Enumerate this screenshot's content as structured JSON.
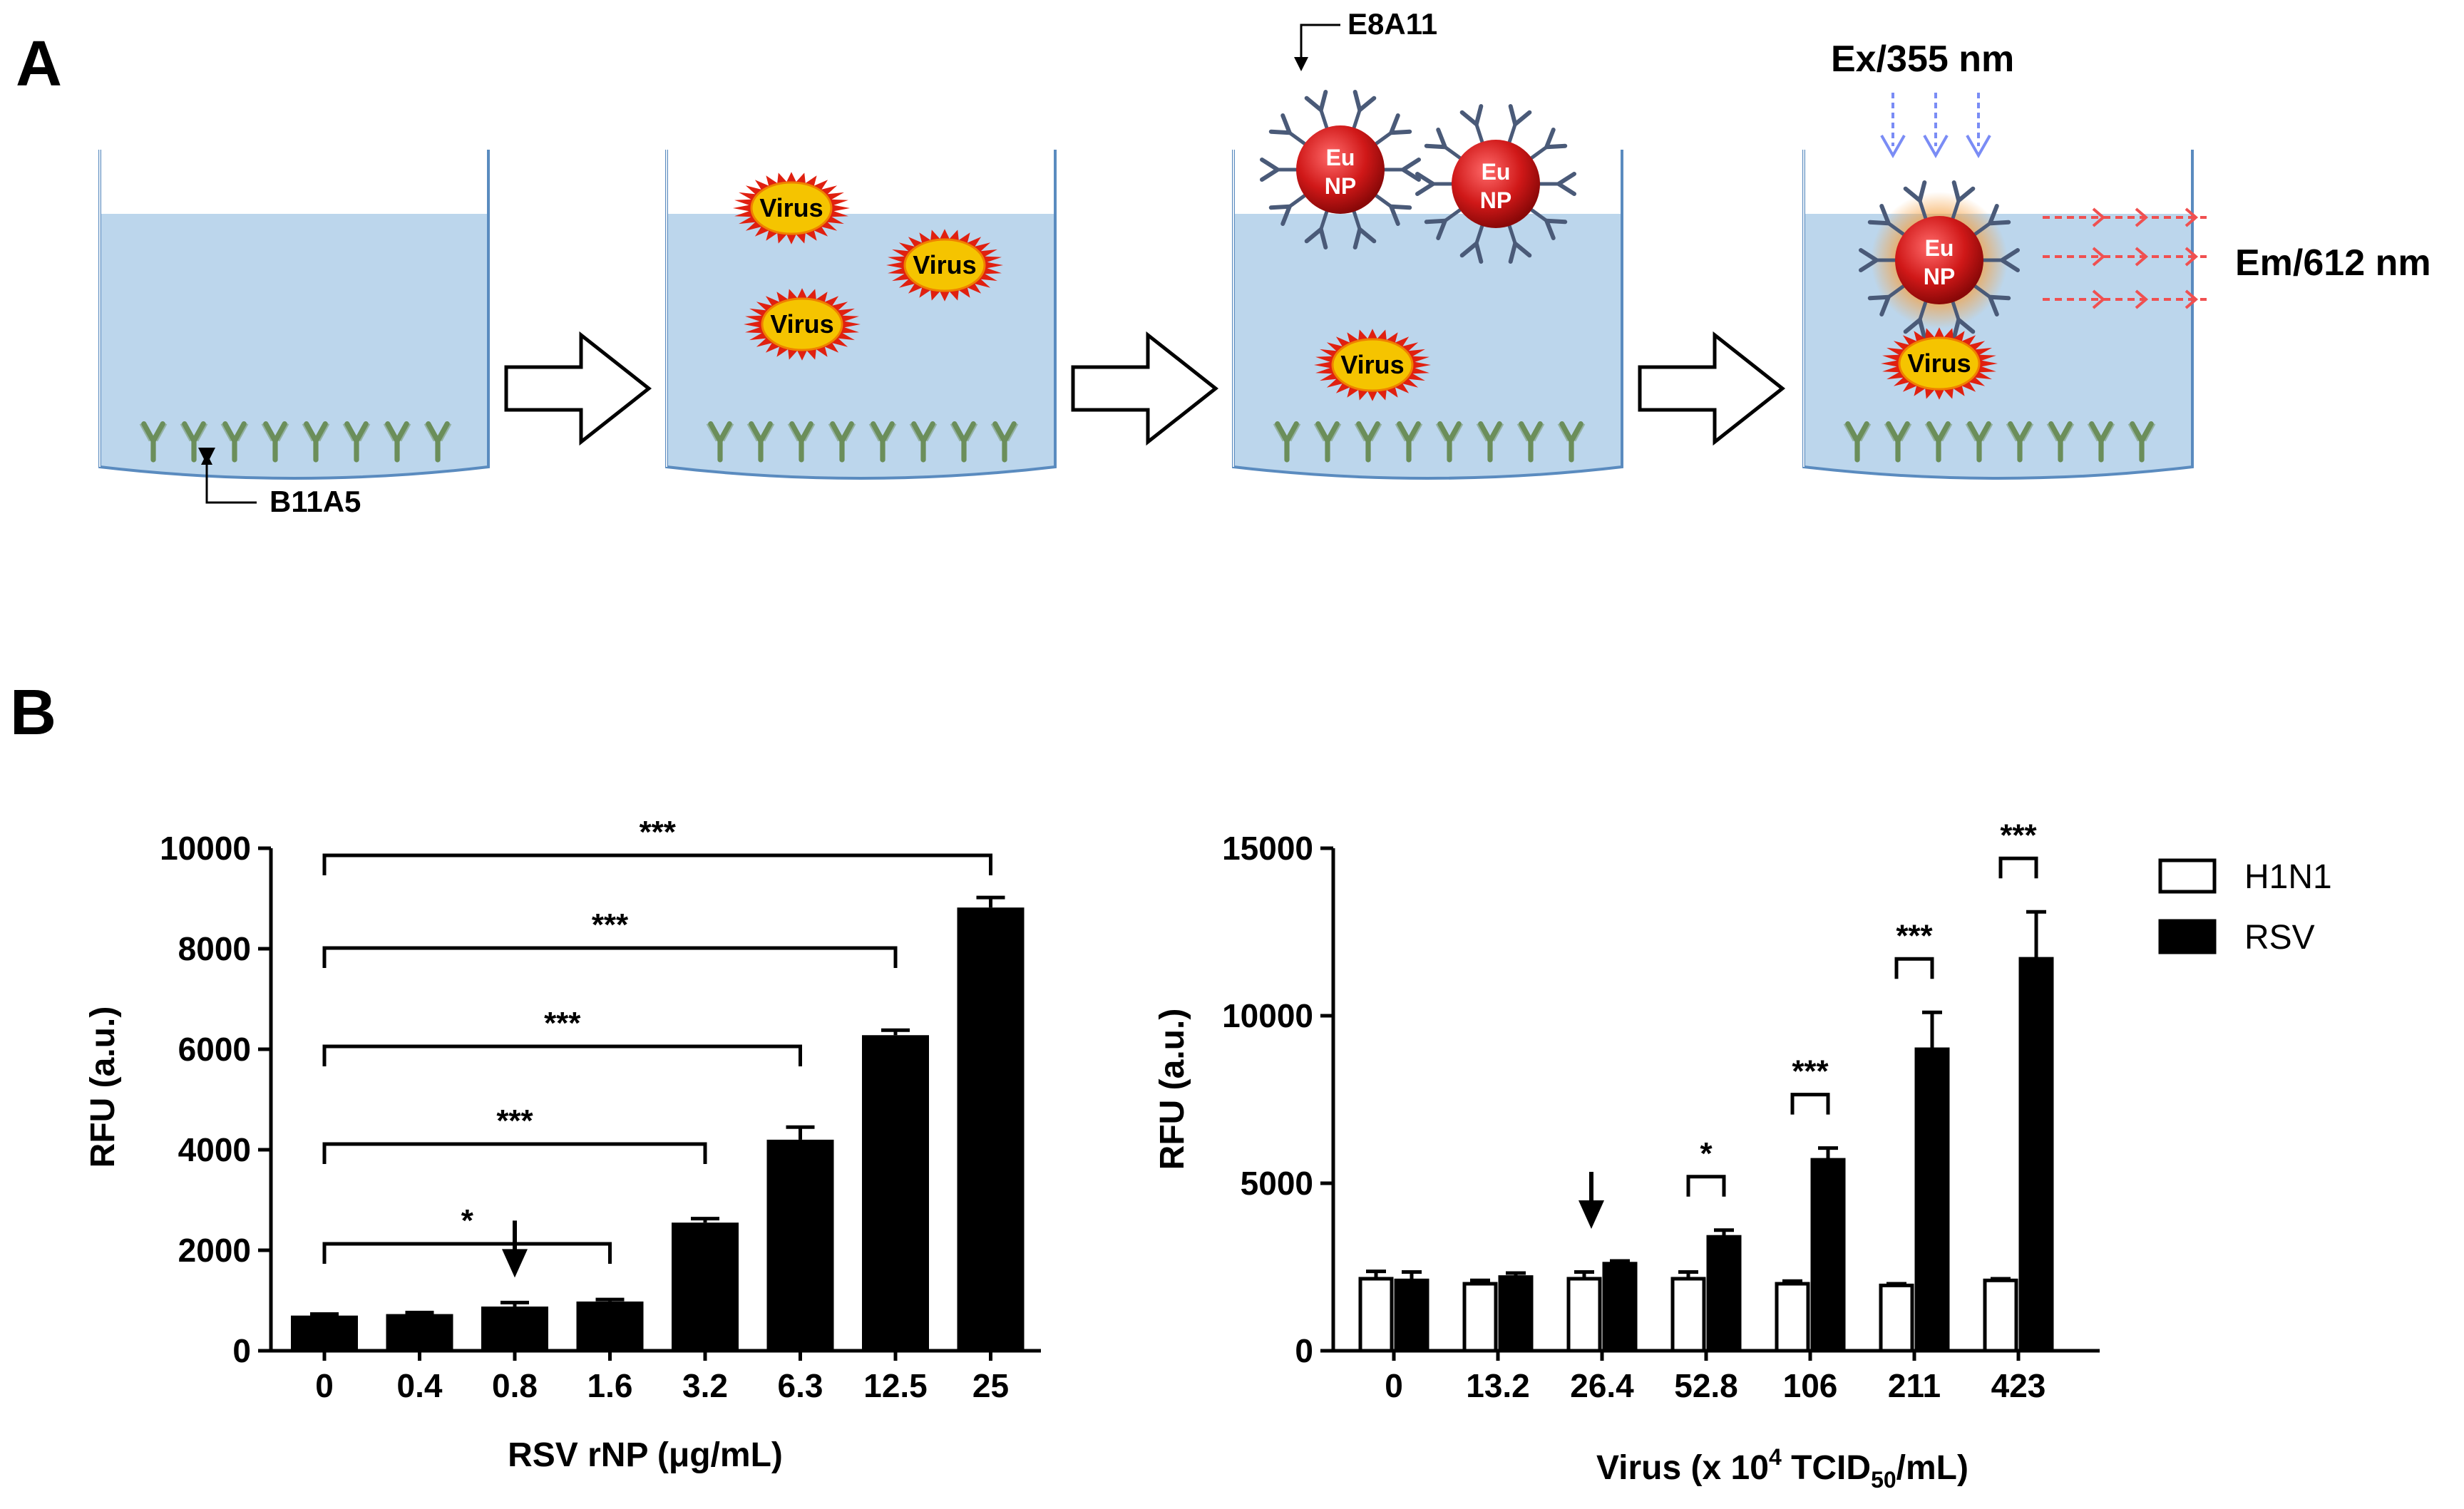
{
  "panels": {
    "a": {
      "letter": "A"
    },
    "b": {
      "letter": "B"
    }
  },
  "schematic": {
    "antibody_capture": "B11A5",
    "antibody_detect": "E8A11",
    "excitation": "Ex/355 nm",
    "emission": "Em/612 nm",
    "virus_label": "Virus",
    "np_label_line1": "Eu",
    "np_label_line2": "NP",
    "colors": {
      "liquid": "#bcd6ec",
      "well_line": "#5a8bbf",
      "antibody": "#6b8e5a",
      "virus_fill": "#f5c400",
      "virus_spike": "#e02010",
      "np_fill": "#d01818",
      "np_antibody": "#4a5a78",
      "excitation_arrow": "#7a8cf5",
      "emission_arrow": "#f05050"
    }
  },
  "chart_data": [
    {
      "type": "bar",
      "ylabel": "RFU (a.u.)",
      "xlabel": "RSV rNP (μg/mL)",
      "categories": [
        "0",
        "0.4",
        "0.8",
        "1.6",
        "3.2",
        "6.3",
        "12.5",
        "25"
      ],
      "values": [
        700,
        730,
        880,
        980,
        2550,
        4200,
        6280,
        8820
      ],
      "errors": [
        30,
        30,
        80,
        40,
        80,
        250,
        100,
        200
      ],
      "ylim": [
        0,
        10000
      ],
      "yticks": [
        "0",
        "2000",
        "4000",
        "6000",
        "8000",
        "10000"
      ],
      "bar_color": "#000000",
      "lod_arrow_category": "0.8",
      "significance": [
        {
          "from": "0",
          "to": "1.6",
          "label": "*"
        },
        {
          "from": "0",
          "to": "3.2",
          "label": "***"
        },
        {
          "from": "0",
          "to": "6.3",
          "label": "***"
        },
        {
          "from": "0",
          "to": "12.5",
          "label": "***"
        },
        {
          "from": "0",
          "to": "25",
          "label": "***"
        }
      ]
    },
    {
      "type": "bar",
      "ylabel": "RFU (a.u.)",
      "xlabel_parts": [
        "Virus (x 10",
        "4",
        " TCID",
        "50",
        "/mL)"
      ],
      "categories": [
        "0",
        "13.2",
        "26.4",
        "52.8",
        "106",
        "211",
        "423"
      ],
      "ylim": [
        0,
        15000
      ],
      "yticks": [
        "0",
        "5000",
        "10000",
        "15000"
      ],
      "lod_arrow_category": "26.4",
      "series": [
        {
          "name": "H1N1",
          "color": "#ffffff",
          "values": [
            2150,
            2000,
            2150,
            2150,
            2000,
            1950,
            2100
          ],
          "errors": [
            220,
            100,
            200,
            200,
            80,
            50,
            50
          ]
        },
        {
          "name": "RSV",
          "color": "#000000",
          "values": [
            2100,
            2200,
            2600,
            3400,
            5700,
            9000,
            11700
          ],
          "errors": [
            250,
            120,
            80,
            200,
            350,
            1100,
            1400
          ]
        }
      ],
      "significance": [
        {
          "category": "52.8",
          "label": "*"
        },
        {
          "category": "106",
          "label": "***"
        },
        {
          "category": "211",
          "label": "***"
        },
        {
          "category": "423",
          "label": "***"
        }
      ]
    }
  ]
}
